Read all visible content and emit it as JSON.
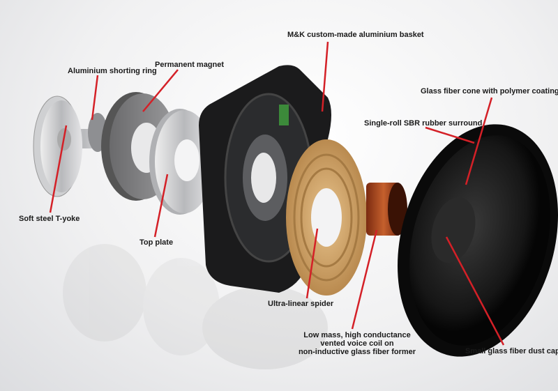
{
  "diagram": {
    "labels": {
      "basket": "M&K custom-made aluminium basket",
      "shorting_ring": "Aluminium shorting ring",
      "magnet": "Permanent magnet",
      "cone": "Glass fiber cone with polymer coating",
      "surround": "Single-roll SBR rubber surround",
      "t_yoke": "Soft steel T-yoke",
      "top_plate": "Top plate",
      "spider": "Ultra-linear spider",
      "voice_coil": [
        "Low mass, high conductance",
        "vented voice coil on",
        "non-inductive glass fiber former"
      ],
      "dust_cap": "Small glass fiber dust cap"
    },
    "colors": {
      "leader": "#d42027",
      "background": "#f1f1f2"
    }
  }
}
